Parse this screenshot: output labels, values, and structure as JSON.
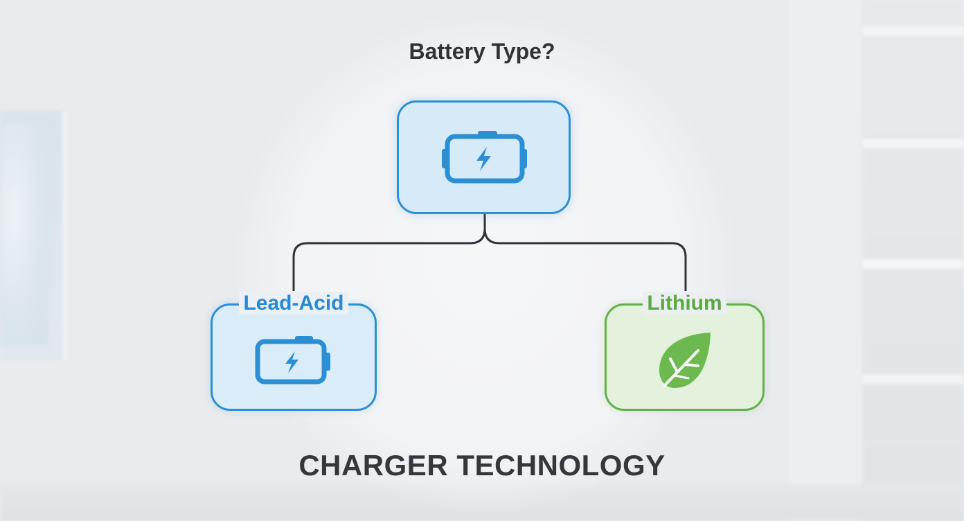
{
  "title": "Battery Type?",
  "footer": "CHARGER TECHNOLOGY",
  "nodes": {
    "root": {
      "icon": "battery-icon",
      "color": "#2b8fd6"
    },
    "lead_acid": {
      "label": "Lead-Acid",
      "icon": "battery-icon",
      "color": "#2b8fd6"
    },
    "lithium": {
      "label": "Lithium",
      "icon": "leaf-icon",
      "color": "#63b04a"
    }
  },
  "connector_color": "#2f343a"
}
